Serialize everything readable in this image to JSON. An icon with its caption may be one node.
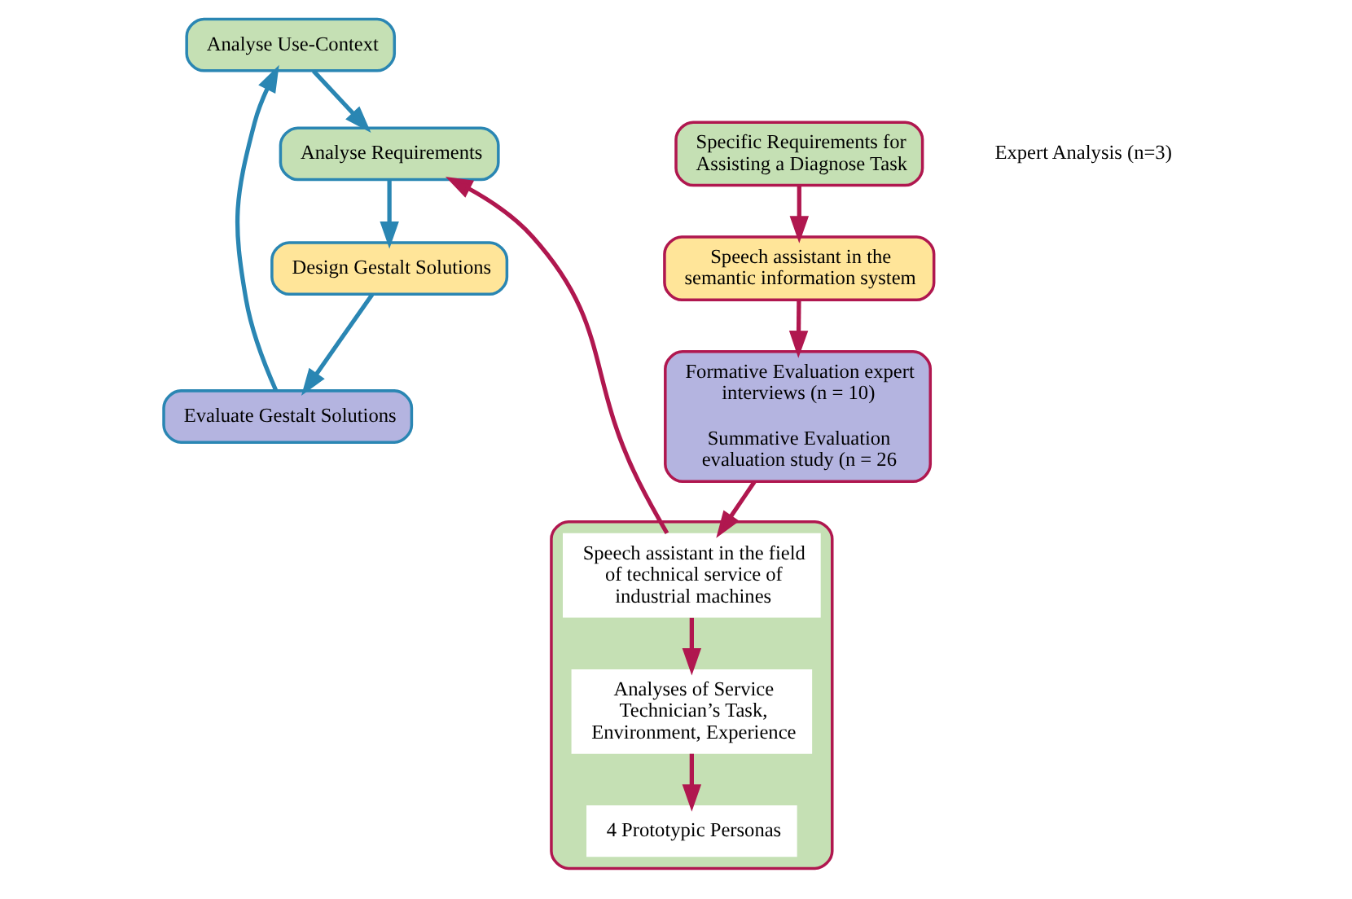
{
  "diagram": {
    "nodes": [
      {
        "text": [
          "Analyse Use-Context"
        ]
      },
      {
        "text": [
          "Analyse Requirements"
        ]
      },
      {
        "text": [
          "Design Gestalt Solutions"
        ]
      },
      {
        "text": [
          "Evaluate Gestalt Solutions"
        ]
      },
      {
        "text": [],
        "shape": "box"
      },
      {
        "text": [
          "Speech assistant in the field of technical service of industrial machines"
        ],
        "in": 4
      },
      {
        "text": [
          "Analyses of Service Technician’s Task, Environment, Experience"
        ],
        "in": 4
      },
      {
        "text": [
          "4 Prototypic Personas"
        ],
        "in": 4
      },
      {
        "text": [
          "Specific Requirements for Assisting a Diagnose Task"
        ]
      },
      {
        "text": [
          "Speech assistant in the semantic information system"
        ]
      },
      {
        "text": [
          "Formative Evaluation expert interviews (n = 10)",
          "Summative Evaluation evaluation study (n = 26"
        ]
      }
    ],
    "edges": [
      {
        "from": 3,
        "to": 0,
        "arrow": "to",
        "color": "#2a86b3"
      },
      {
        "from": 0,
        "to": 1,
        "arrow": "to",
        "color": "#2a86b3"
      },
      {
        "from": 1,
        "to": 2,
        "arrow": "to",
        "color": "#2a86b3"
      },
      {
        "from": 2,
        "to": 3,
        "arrow": "to",
        "color": "#2a86b3"
      },
      {
        "from": 10,
        "to": 5,
        "arrow": "to",
        "color": "#b0174f"
      },
      {
        "from": 5,
        "to": 6,
        "arrow": "to",
        "color": "#b0174f"
      },
      {
        "from": 6,
        "to": 7,
        "arrow": "to",
        "color": "#b0174f"
      },
      {
        "from": 5,
        "to": 1,
        "arrow": "to",
        "color": "#b0174f"
      },
      {
        "from": 8,
        "to": 9,
        "arrow": "to",
        "color": "#b0174f"
      },
      {
        "from": 9,
        "to": 10,
        "arrow": "to",
        "color": "#b0174f"
      }
    ],
    "labels": [
      "Expert Analysis (n=3)"
    ]
  }
}
